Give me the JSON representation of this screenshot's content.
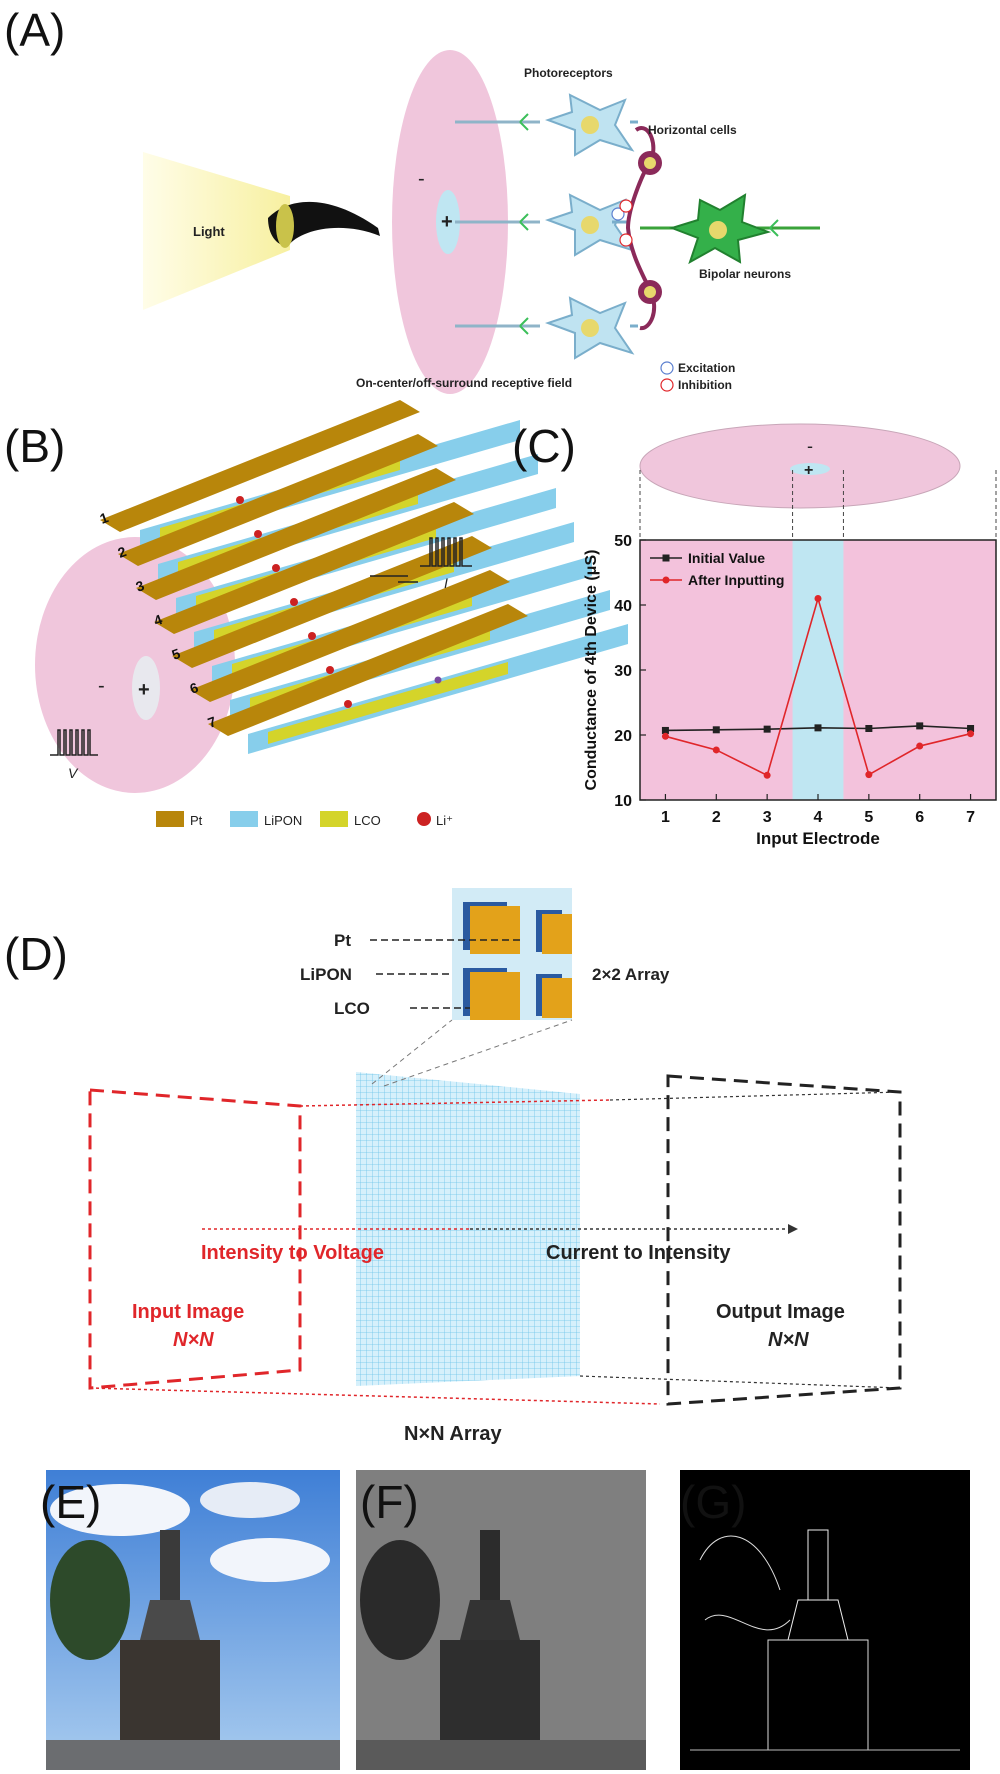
{
  "panels": {
    "A": "(A)",
    "B": "(B)",
    "C": "(C)",
    "D": "(D)",
    "E": "(E)",
    "F": "(F)",
    "G": "(G)"
  },
  "panel_a": {
    "light": "Light",
    "photoreceptors": "Photoreceptors",
    "horizontal_cells": "Horizontal cells",
    "bipolar_neurons": "Bipolar neurons",
    "receptive_field": "On-center/off-surround receptive field",
    "excitation": "Excitation",
    "inhibition": "Inhibition",
    "minus": "-",
    "plus": "+"
  },
  "panel_b": {
    "v_label": "V",
    "i_label": "I",
    "electrodes": [
      "1",
      "2",
      "3",
      "4",
      "5",
      "6",
      "7"
    ],
    "legend": [
      {
        "label": "Pt",
        "color": "#b8860b"
      },
      {
        "label": "LiPON",
        "color": "#87ceeb"
      },
      {
        "label": "LCO",
        "color": "#d4d42a"
      },
      {
        "label": "Li⁺",
        "color": "#cc2222"
      }
    ],
    "minus": "-",
    "plus": "+"
  },
  "panel_d": {
    "pt": "Pt",
    "lipon": "LiPON",
    "lco": "LCO",
    "array_2x2": "2×2 Array",
    "intensity_to_voltage": "Intensity to Voltage",
    "current_to_intensity": "Current to Intensity",
    "input_image": "Input Image",
    "output_image": "Output Image",
    "nxn": "N×N",
    "nxn_array": "N×N Array"
  },
  "colors": {
    "pink": "#f0c6dc",
    "lightblue": "#bfe6f2",
    "red": "#e0262a",
    "black": "#222222"
  },
  "chart_data": {
    "type": "line",
    "xlabel": "Input Electrode",
    "ylabel": "Conductance of 4th Device (μS)",
    "x": [
      1,
      2,
      3,
      4,
      5,
      6,
      7
    ],
    "xlim": [
      0.5,
      7.5
    ],
    "ylim": [
      10,
      50
    ],
    "xticks": [
      "1",
      "2",
      "3",
      "4",
      "5",
      "6",
      "7"
    ],
    "yticks": [
      "10",
      "20",
      "30",
      "40",
      "50"
    ],
    "highlight_x_range": [
      3.5,
      4.5
    ],
    "legend_position": "top-left",
    "minus": "-",
    "plus": "+",
    "series": [
      {
        "name": "Initial Value",
        "color": "#222222",
        "marker": "square",
        "values": [
          20.7,
          20.8,
          20.9,
          21.1,
          21.0,
          21.4,
          21.0
        ]
      },
      {
        "name": "After Inputting",
        "color": "#e0262a",
        "marker": "circle",
        "values": [
          19.8,
          17.7,
          13.8,
          41.0,
          13.9,
          18.3,
          20.2
        ]
      }
    ]
  }
}
